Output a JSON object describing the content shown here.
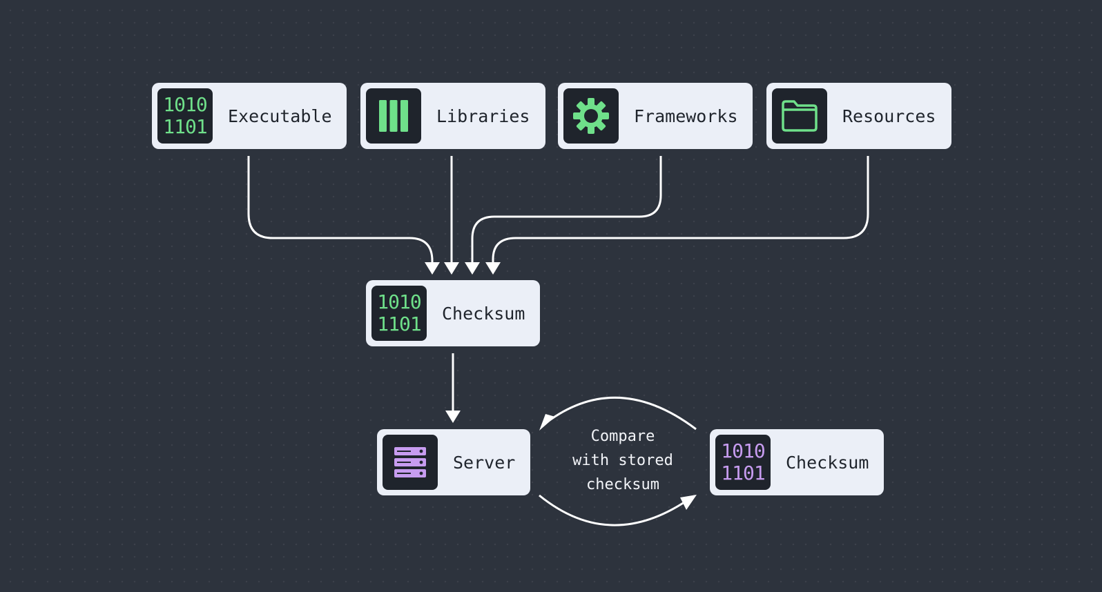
{
  "sources": [
    {
      "label": "Executable",
      "icon": "binary-icon",
      "icon_lines": [
        "1010",
        "1101"
      ]
    },
    {
      "label": "Libraries",
      "icon": "library-books-icon"
    },
    {
      "label": "Frameworks",
      "icon": "gear-icon"
    },
    {
      "label": "Resources",
      "icon": "folder-icon"
    }
  ],
  "checksum_local": {
    "label": "Checksum",
    "icon": "binary-icon",
    "icon_lines": [
      "1010",
      "1101"
    ]
  },
  "server": {
    "label": "Server",
    "icon": "server-icon"
  },
  "checksum_stored": {
    "label": "Checksum",
    "icon": "binary-icon",
    "icon_lines": [
      "1010",
      "1101"
    ]
  },
  "compare": {
    "text": "Compare\nwith stored\nchecksum"
  },
  "colors": {
    "background": "#2d333d",
    "node_fill": "#ebeff7",
    "icon_tile": "#1f242c",
    "green_accent": "#6fe08a",
    "purple_accent": "#c79cf0",
    "wire": "#ffffff"
  }
}
